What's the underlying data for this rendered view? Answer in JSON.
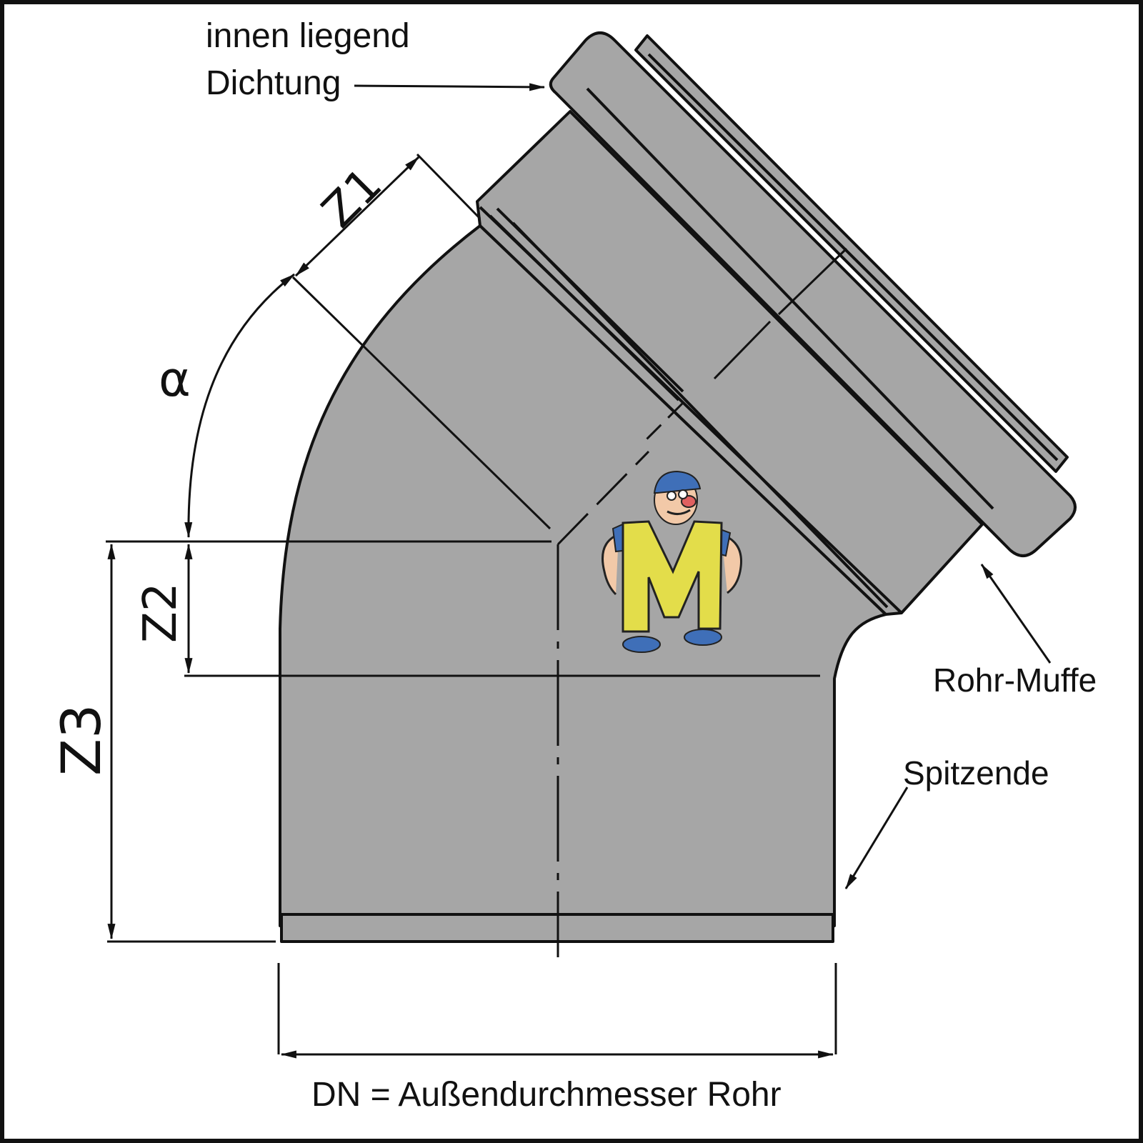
{
  "labels": {
    "seal_line1": "innen liegend",
    "seal_line2": "Dichtung",
    "socket": "Rohr-Muffe",
    "spigot": "Spitzende",
    "dn": "DN = Außendurchmesser Rohr"
  },
  "dimensions": {
    "z1": "Z1",
    "z2": "Z2",
    "z3": "Z3",
    "angle": "α"
  },
  "mascot": {
    "letter": "M",
    "icon": "handyman-mascot-icon"
  },
  "colors": {
    "fitting_fill": "#a6a6a6",
    "line": "#111111",
    "mascot_letter": "#e3dd4a",
    "mascot_blue": "#3f6fb8"
  }
}
